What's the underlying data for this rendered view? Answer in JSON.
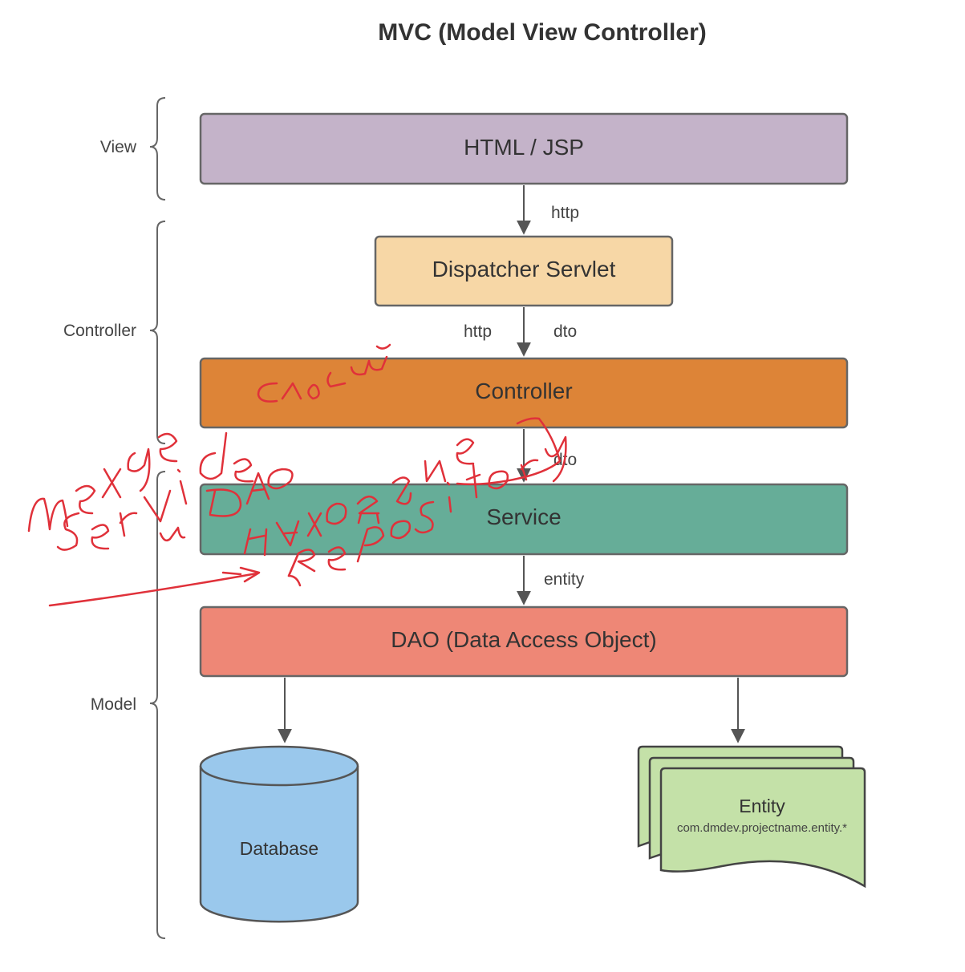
{
  "title": "MVC (Model View Controller)",
  "layers": {
    "view": "View",
    "controller": "Controller",
    "model": "Model"
  },
  "boxes": {
    "html_jsp": "HTML / JSP",
    "dispatcher_servlet": "Dispatcher Servlet",
    "controller": "Controller",
    "service": "Service",
    "dao": "DAO (Data Access Object)"
  },
  "edges": {
    "html_to_dispatcher": "http",
    "dispatcher_to_controller_left": "http",
    "dispatcher_to_controller_right": "dto",
    "controller_to_service": "dto",
    "service_to_dao": "entity"
  },
  "storage": {
    "database": "Database",
    "entity_title": "Entity",
    "entity_package": "com.dmdev.projectname.entity.*"
  },
  "colors": {
    "html_jsp": "#c4b3c9",
    "dispatcher_servlet": "#f7d7a6",
    "controller": "#dd8437",
    "service": "#66ad98",
    "dao": "#ee8776",
    "database": "#9ac8ec",
    "entity": "#c4e1a8",
    "handwriting": "#e0313a"
  }
}
